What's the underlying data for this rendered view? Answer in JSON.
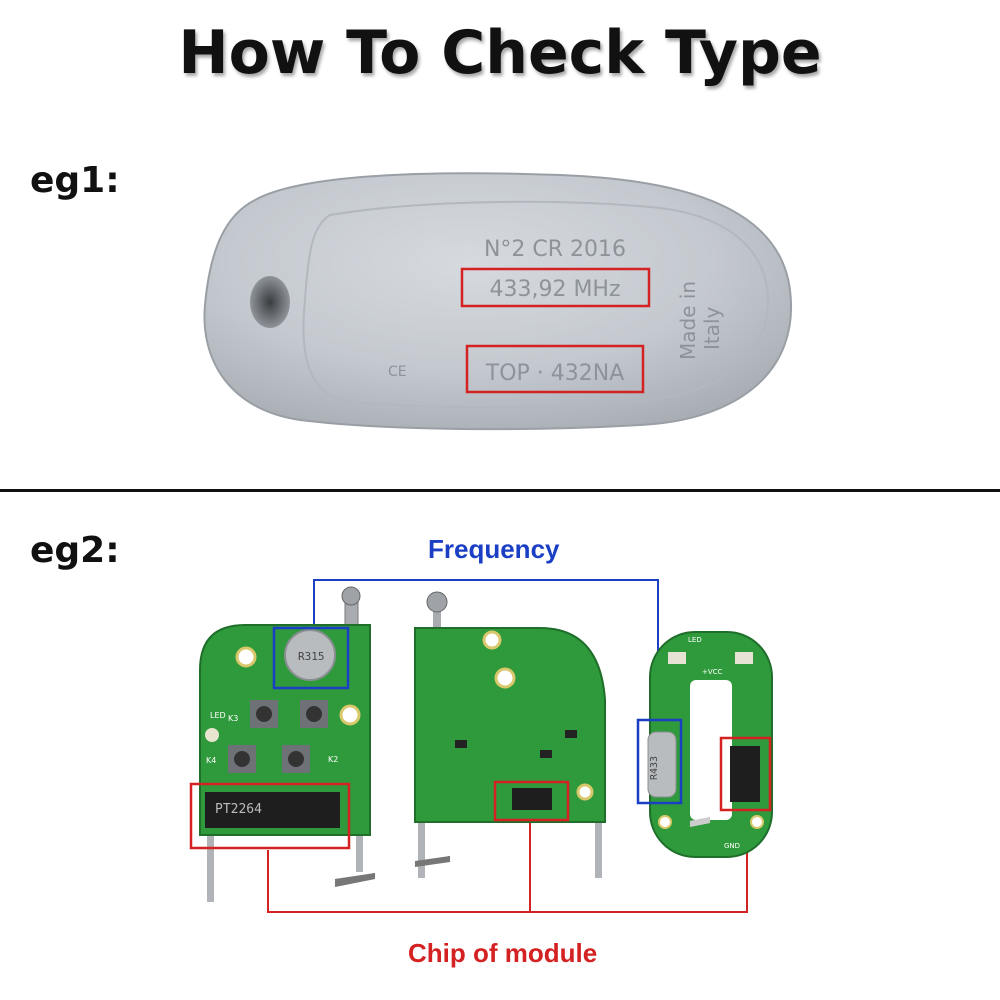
{
  "title": "How To Check Type",
  "eg1": {
    "label": "eg1:",
    "fob": {
      "line1": "N°2 CR 2016",
      "frequency": "433,92 MHz",
      "model": "TOP · 432NA",
      "made_line1": "Made in",
      "made_line2": "Italy",
      "ce_mark": "CE"
    }
  },
  "eg2": {
    "label": "eg2:",
    "frequency_label": "Frequency",
    "chip_label": "Chip of module",
    "board1": {
      "crystal": "R315",
      "chip": "PT2264",
      "led": "LED",
      "k3": "K3",
      "k4": "K4",
      "k2": "K2"
    },
    "board3": {
      "crystal": "R433",
      "led": "LED",
      "vcc": "+VCC",
      "gnd": "GND"
    }
  },
  "colors": {
    "frequency_blue": "#1a3fc4",
    "chip_red": "#d42121",
    "pcb_green": "#2f9a3c"
  }
}
